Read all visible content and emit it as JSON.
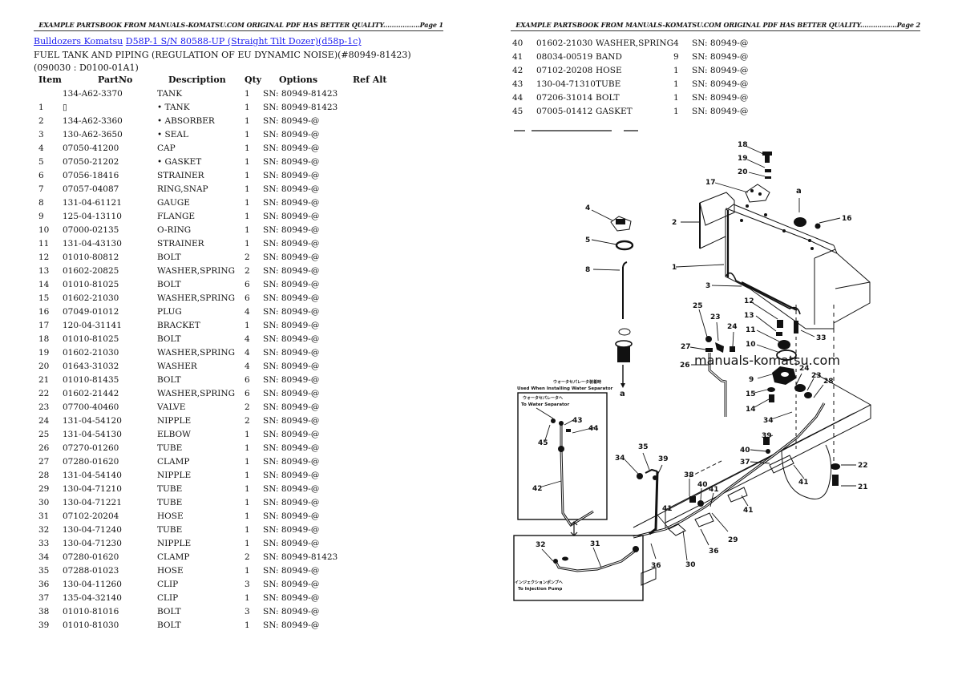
{
  "pages": [
    {
      "header": "EXAMPLE PARTSBOOK FROM MANUALS-KOMATSU.COM ORIGINAL PDF HAS BETTER QUALITY.................Page 1"
    },
    {
      "header": "EXAMPLE PARTSBOOK FROM MANUALS-KOMATSU.COM ORIGINAL PDF HAS BETTER QUALITY.................Page 2"
    }
  ],
  "breadcrumb": {
    "link1": "Bulldozers Komatsu",
    "link2": "D58P-1 S/N 80588-UP (Straight Tilt Dozer)(d58p-1c)"
  },
  "subtitle": "FUEL TANK AND PIPING (REGULATION OF EU DYNAMIC NOISE)(#80949-81423)(090030 : D0100-01A1)",
  "table": {
    "headers": {
      "item": "Item",
      "partno": "PartNo",
      "description": "Description",
      "qty": "Qty",
      "options": "Options",
      "refalt": "Ref Alt"
    },
    "rows": [
      {
        "item": "",
        "partno": "134-A62-3370",
        "desc": "TANK",
        "qty": "1",
        "opt": "SN: 80949-81423"
      },
      {
        "item": "1",
        "partno": "▯",
        "desc": "• TANK",
        "qty": "1",
        "opt": "SN: 80949-81423"
      },
      {
        "item": "2",
        "partno": "134-A62-3360",
        "desc": "• ABSORBER",
        "qty": "1",
        "opt": "SN: 80949-@"
      },
      {
        "item": "3",
        "partno": "130-A62-3650",
        "desc": "• SEAL",
        "qty": "1",
        "opt": "SN: 80949-@"
      },
      {
        "item": "4",
        "partno": "07050-41200",
        "desc": "CAP",
        "qty": "1",
        "opt": "SN: 80949-@"
      },
      {
        "item": "5",
        "partno": "07050-21202",
        "desc": "• GASKET",
        "qty": "1",
        "opt": "SN: 80949-@"
      },
      {
        "item": "6",
        "partno": "07056-18416",
        "desc": "STRAINER",
        "qty": "1",
        "opt": "SN: 80949-@"
      },
      {
        "item": "7",
        "partno": "07057-04087",
        "desc": "RING,SNAP",
        "qty": "1",
        "opt": "SN: 80949-@"
      },
      {
        "item": "8",
        "partno": "131-04-61121",
        "desc": "GAUGE",
        "qty": "1",
        "opt": "SN: 80949-@"
      },
      {
        "item": "9",
        "partno": "125-04-13110",
        "desc": "FLANGE",
        "qty": "1",
        "opt": "SN: 80949-@"
      },
      {
        "item": "10",
        "partno": "07000-02135",
        "desc": "O-RING",
        "qty": "1",
        "opt": "SN: 80949-@"
      },
      {
        "item": "11",
        "partno": "131-04-43130",
        "desc": "STRAINER",
        "qty": "1",
        "opt": "SN: 80949-@"
      },
      {
        "item": "12",
        "partno": "01010-80812",
        "desc": "BOLT",
        "qty": "2",
        "opt": "SN: 80949-@"
      },
      {
        "item": "13",
        "partno": "01602-20825",
        "desc": "WASHER,SPRING",
        "qty": "2",
        "opt": "SN: 80949-@"
      },
      {
        "item": "14",
        "partno": "01010-81025",
        "desc": "BOLT",
        "qty": "6",
        "opt": "SN: 80949-@"
      },
      {
        "item": "15",
        "partno": "01602-21030",
        "desc": "WASHER,SPRING",
        "qty": "6",
        "opt": "SN: 80949-@"
      },
      {
        "item": "16",
        "partno": "07049-01012",
        "desc": "PLUG",
        "qty": "4",
        "opt": "SN: 80949-@"
      },
      {
        "item": "17",
        "partno": "120-04-31141",
        "desc": "BRACKET",
        "qty": "1",
        "opt": "SN: 80949-@"
      },
      {
        "item": "18",
        "partno": "01010-81025",
        "desc": "BOLT",
        "qty": "4",
        "opt": "SN: 80949-@"
      },
      {
        "item": "19",
        "partno": "01602-21030",
        "desc": "WASHER,SPRING",
        "qty": "4",
        "opt": "SN: 80949-@"
      },
      {
        "item": "20",
        "partno": "01643-31032",
        "desc": "WASHER",
        "qty": "4",
        "opt": "SN: 80949-@"
      },
      {
        "item": "21",
        "partno": "01010-81435",
        "desc": "BOLT",
        "qty": "6",
        "opt": "SN: 80949-@"
      },
      {
        "item": "22",
        "partno": "01602-21442",
        "desc": "WASHER,SPRING",
        "qty": "6",
        "opt": "SN: 80949-@"
      },
      {
        "item": "23",
        "partno": "07700-40460",
        "desc": "VALVE",
        "qty": "2",
        "opt": "SN: 80949-@"
      },
      {
        "item": "24",
        "partno": "131-04-54120",
        "desc": "NIPPLE",
        "qty": "2",
        "opt": "SN: 80949-@"
      },
      {
        "item": "25",
        "partno": "131-04-54130",
        "desc": "ELBOW",
        "qty": "1",
        "opt": "SN: 80949-@"
      },
      {
        "item": "26",
        "partno": "07270-01260",
        "desc": "TUBE",
        "qty": "1",
        "opt": "SN: 80949-@"
      },
      {
        "item": "27",
        "partno": "07280-01620",
        "desc": "CLAMP",
        "qty": "1",
        "opt": "SN: 80949-@"
      },
      {
        "item": "28",
        "partno": "131-04-54140",
        "desc": "NIPPLE",
        "qty": "1",
        "opt": "SN: 80949-@"
      },
      {
        "item": "29",
        "partno": "130-04-71210",
        "desc": "TUBE",
        "qty": "1",
        "opt": "SN: 80949-@"
      },
      {
        "item": "30",
        "partno": "130-04-71221",
        "desc": "TUBE",
        "qty": "1",
        "opt": "SN: 80949-@"
      },
      {
        "item": "31",
        "partno": "07102-20204",
        "desc": "HOSE",
        "qty": "1",
        "opt": "SN: 80949-@"
      },
      {
        "item": "32",
        "partno": "130-04-71240",
        "desc": "TUBE",
        "qty": "1",
        "opt": "SN: 80949-@"
      },
      {
        "item": "33",
        "partno": "130-04-71230",
        "desc": "NIPPLE",
        "qty": "1",
        "opt": "SN: 80949-@"
      },
      {
        "item": "34",
        "partno": "07280-01620",
        "desc": "CLAMP",
        "qty": "2",
        "opt": "SN: 80949-81423"
      },
      {
        "item": "35",
        "partno": "07288-01023",
        "desc": "HOSE",
        "qty": "1",
        "opt": "SN: 80949-@"
      },
      {
        "item": "36",
        "partno": "130-04-11260",
        "desc": "CLIP",
        "qty": "3",
        "opt": "SN: 80949-@"
      },
      {
        "item": "37",
        "partno": "135-04-32140",
        "desc": "CLIP",
        "qty": "1",
        "opt": "SN: 80949-@"
      },
      {
        "item": "38",
        "partno": "01010-81016",
        "desc": "BOLT",
        "qty": "3",
        "opt": "SN: 80949-@"
      },
      {
        "item": "39",
        "partno": "01010-81030",
        "desc": "BOLT",
        "qty": "1",
        "opt": "SN: 80949-@"
      }
    ],
    "rows_page2": [
      {
        "item": "40",
        "partno": "01602-21030",
        "desc": "WASHER,SPRING",
        "qty": "4",
        "opt": "SN: 80949-@"
      },
      {
        "item": "41",
        "partno": "08034-00519",
        "desc": "BAND",
        "qty": "9",
        "opt": "SN: 80949-@"
      },
      {
        "item": "42",
        "partno": "07102-20208",
        "desc": "HOSE",
        "qty": "1",
        "opt": "SN: 80949-@"
      },
      {
        "item": "43",
        "partno": "130-04-71310",
        "desc": "TUBE",
        "qty": "1",
        "opt": "SN: 80949-@"
      },
      {
        "item": "44",
        "partno": "07206-31014",
        "desc": "BOLT",
        "qty": "1",
        "opt": "SN: 80949-@"
      },
      {
        "item": "45",
        "partno": "07005-01412",
        "desc": "GASKET",
        "qty": "1",
        "opt": "SN: 80949-@"
      }
    ]
  },
  "diagram": {
    "watermark": "manuals-komatsu.com",
    "inset_top_jp": "ウォータセパレータ装着時",
    "inset_top_en": "Used When Installing Water Separator",
    "to_water_separator_jp": "ウォータセパレータへ",
    "to_water_separator_en": "To Water Separator",
    "to_injection_pump_jp": "インジェクションポンプへ",
    "to_injection_pump_en": "To Injection Pump",
    "callouts": [
      "18",
      "19",
      "20",
      "17",
      "a",
      "16",
      "4",
      "2",
      "5",
      "1",
      "8",
      "3",
      "12",
      "13",
      "25",
      "23",
      "24",
      "11",
      "33",
      "27",
      "10",
      "26",
      "9",
      "24",
      "23",
      "28",
      "15",
      "14",
      "34",
      "39",
      "40",
      "37",
      "22",
      "21",
      "41",
      "35",
      "34",
      "39",
      "38",
      "40",
      "41",
      "41",
      "41",
      "29",
      "36",
      "36",
      "30",
      "45",
      "43",
      "44",
      "42",
      "32",
      "31",
      "a"
    ]
  }
}
